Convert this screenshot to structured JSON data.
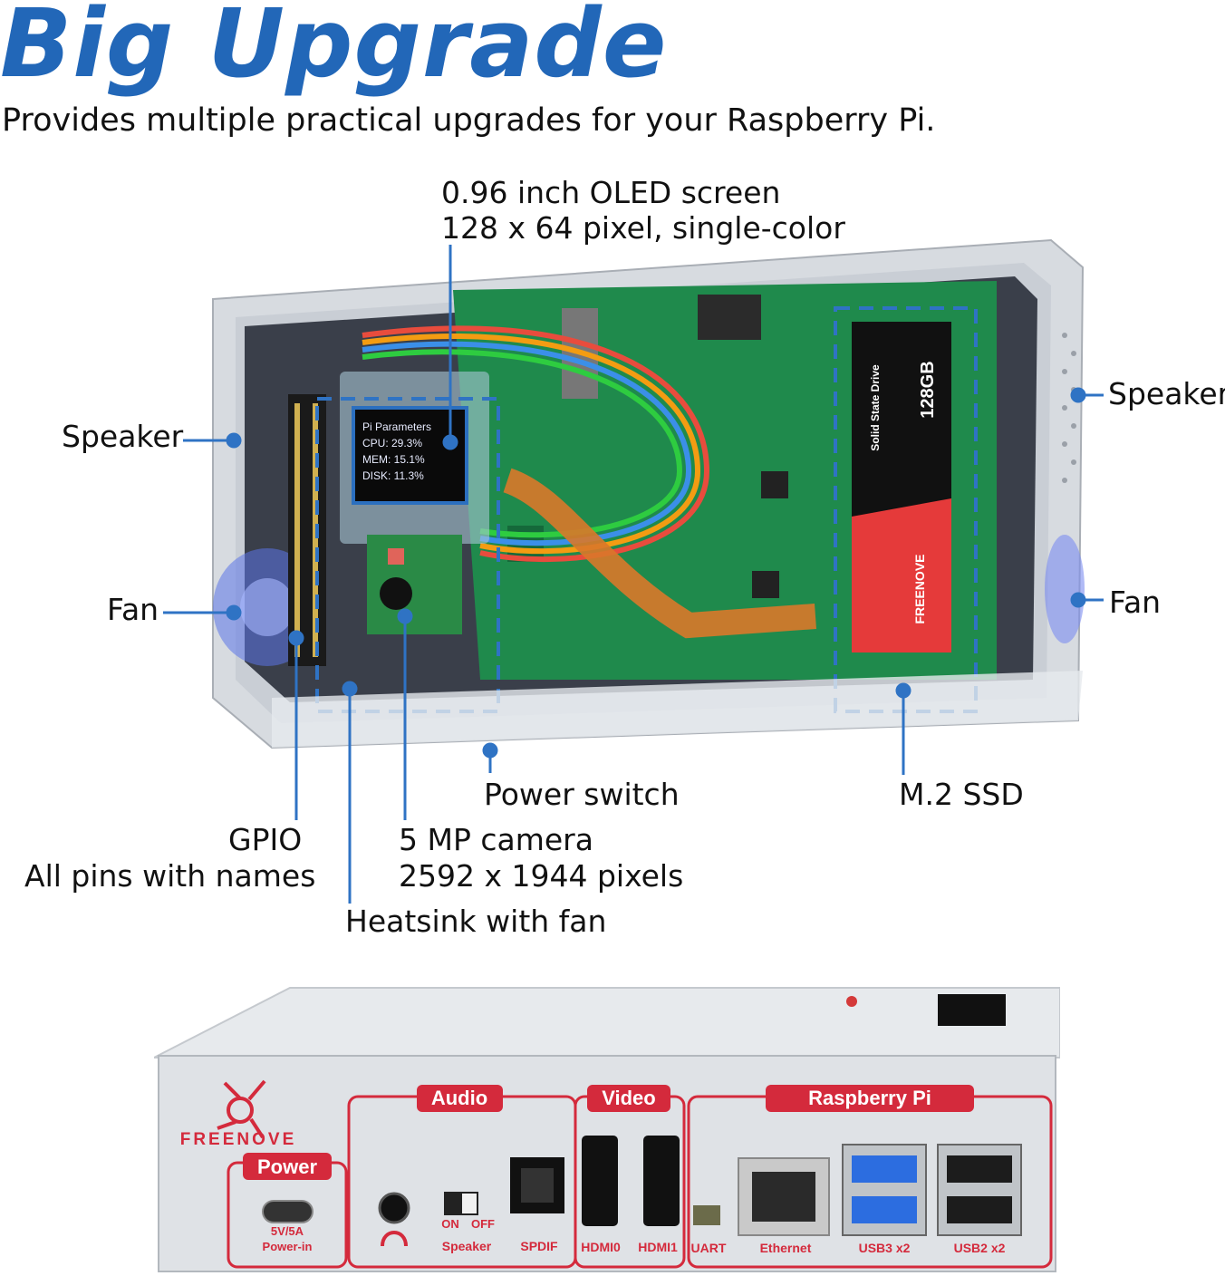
{
  "header": {
    "title": "Big Upgrade",
    "subtitle": "Provides multiple practical upgrades for your Raspberry Pi."
  },
  "callouts": {
    "oled_line1": "0.96 inch OLED screen",
    "oled_line2": "128 x 64 pixel, single-color",
    "speaker_left": "Speaker",
    "speaker_right": "Speaker",
    "fan_left": "Fan",
    "fan_right": "Fan",
    "power_switch": "Power switch",
    "m2_ssd": "M.2 SSD",
    "gpio_line1": "GPIO",
    "gpio_line2": "All pins with names",
    "camera_line1": "5 MP camera",
    "camera_line2": "2592 x 1944 pixels",
    "heatsink": "Heatsink with fan"
  },
  "oled_display": {
    "l1": "Pi Parameters",
    "l2": "CPU: 29.3%",
    "l3": "MEM: 15.1%",
    "l4": "DISK: 11.3%"
  },
  "ssd": {
    "capacity": "128GB",
    "type": "Solid State Drive",
    "brand": "FREENOVE"
  },
  "panel": {
    "brand": "FREENOVE",
    "power_title": "Power",
    "power_spec": "5V/5A",
    "power_in": "Power-in",
    "audio_title": "Audio",
    "on": "ON",
    "off": "OFF",
    "speaker": "Speaker",
    "spdif": "SPDIF",
    "video_title": "Video",
    "hdmi0": "HDMI0",
    "hdmi1": "HDMI1",
    "rpi_title": "Raspberry Pi",
    "uart": "UART",
    "ethernet": "Ethernet",
    "usb3": "USB3 x2",
    "usb2": "USB2 x2"
  },
  "colors": {
    "accent_blue": "#2267b8",
    "panel_red": "#d42a3c",
    "pcb_green": "#1f8a4c"
  }
}
